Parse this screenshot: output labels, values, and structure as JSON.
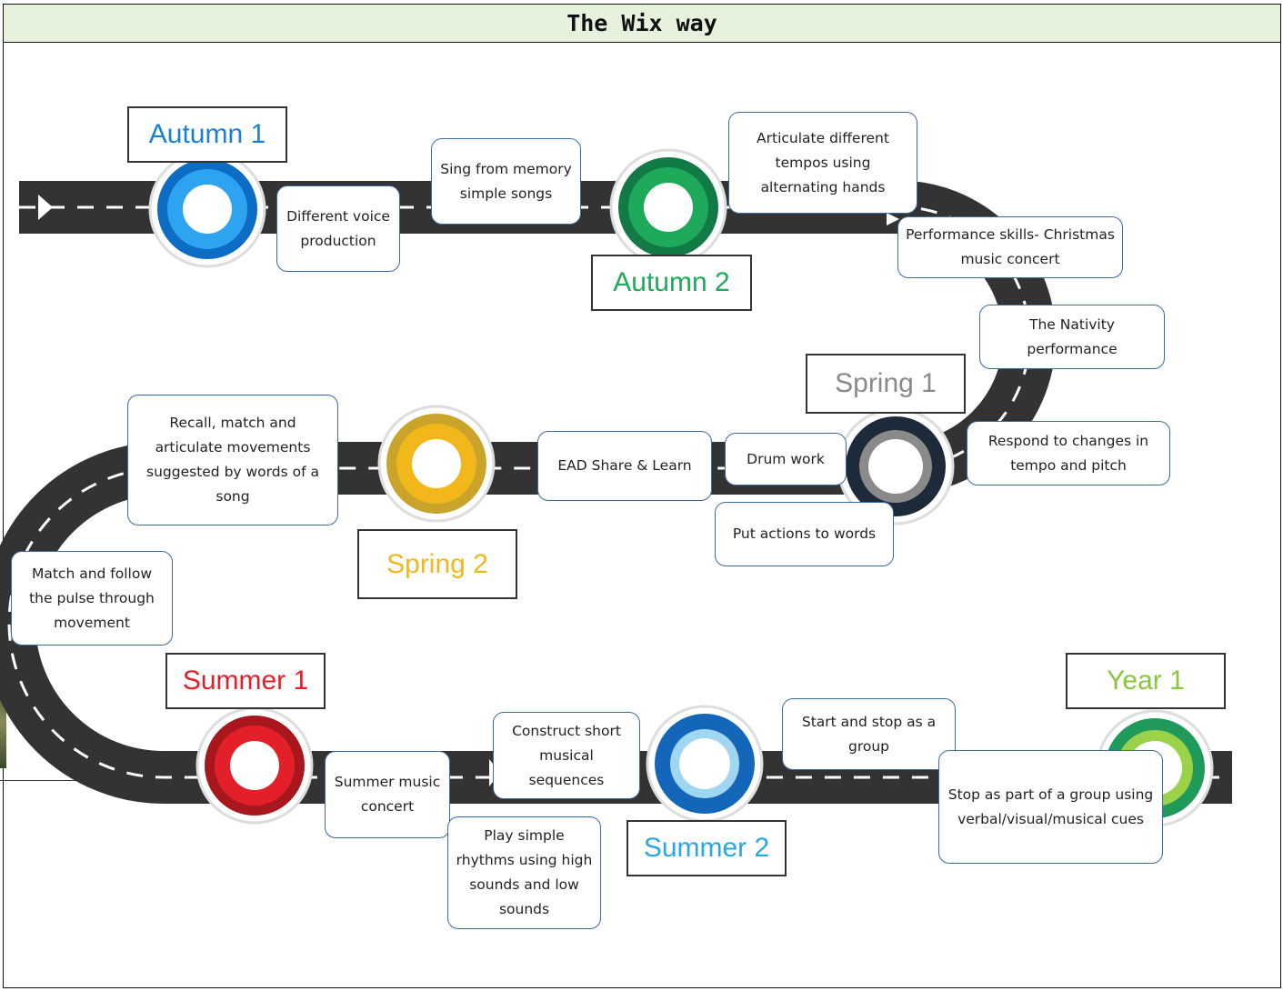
{
  "header": {
    "title": "The Wix way"
  },
  "terms": [
    {
      "label": "Autumn 1",
      "color": "#1a7fd6"
    },
    {
      "label": "Autumn 2",
      "color": "#1fa95a"
    },
    {
      "label": "Spring 1",
      "color": "#8a8a8a"
    },
    {
      "label": "Spring 2",
      "color": "#f2b81b"
    },
    {
      "label": "Summer 1",
      "color": "#e3202a"
    },
    {
      "label": "Summer 2",
      "color": "#29a7e0"
    },
    {
      "label": "Year 1",
      "color": "#8bc53f"
    }
  ],
  "notes": [
    "Different voice production",
    "Sing from memory simple songs",
    "Articulate different tempos using alternating hands",
    "Performance skills- Christmas music concert",
    "The Nativity performance",
    "Respond to changes in tempo and pitch",
    "Drum work",
    "EAD Share & Learn",
    "Put actions to words",
    "Recall, match and articulate movements suggested by words of a song",
    "Match and follow the pulse through movement",
    "Summer music concert",
    "Construct short musical sequences",
    "Play simple rhythms using high sounds and low sounds",
    "Start and stop as a group",
    "Stop as part of a group using verbal/visual/musical cues"
  ],
  "colors": {
    "road": "#333333",
    "road_dash": "#ffffff",
    "note_border": "#3e6a9c",
    "header_bg": "#e6f2dc"
  }
}
